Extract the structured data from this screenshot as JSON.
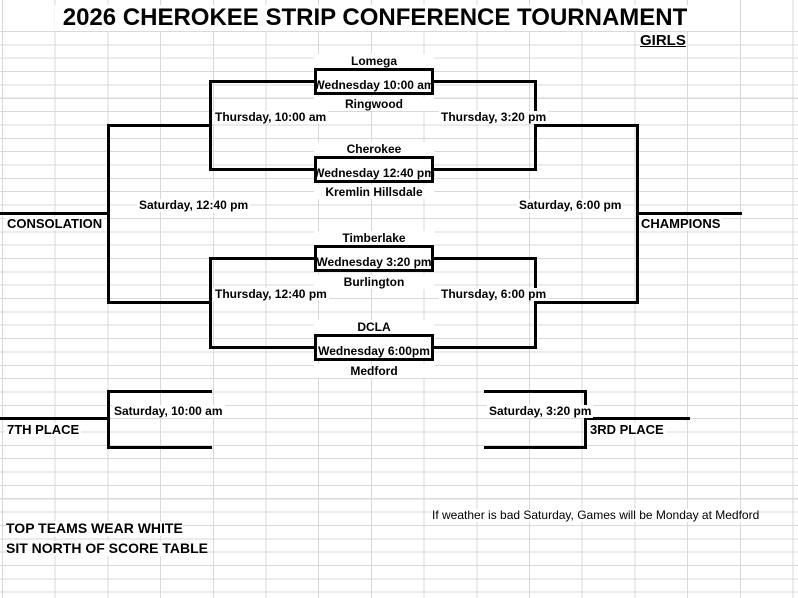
{
  "title": "2026 CHEROKEE STRIP CONFERENCE TOURNAMENT",
  "division": "GIRLS",
  "colors": {
    "line": "#000000",
    "grid": "#d9d9d9",
    "text": "#000000",
    "background": "#ffffff"
  },
  "bracket": {
    "round1": [
      {
        "top_team": "Lomega",
        "time": "Wednesday 10:00 am",
        "bottom_team": "Ringwood"
      },
      {
        "top_team": "Cherokee",
        "time": "Wednesday 12:40 pm",
        "bottom_team": "Kremlin Hillsdale"
      },
      {
        "top_team": "Timberlake",
        "time": "Wednesday 3:20 pm",
        "bottom_team": "Burlington"
      },
      {
        "top_team": "DCLA",
        "time": "Wednesday 6:00pm",
        "bottom_team": "Medford"
      }
    ],
    "consolation_semifinals": [
      "Thursday, 10:00 am",
      "Thursday, 12:40 pm"
    ],
    "championship_semifinals": [
      "Thursday, 3:20 pm",
      "Thursday, 6:00 pm"
    ],
    "consolation_final": {
      "time": "Saturday, 12:40 pm",
      "label": "CONSOLATION"
    },
    "championship_final": {
      "time": "Saturday, 6:00 pm",
      "label": "CHAMPIONS"
    },
    "seventh_place_game": {
      "time": "Saturday, 10:00 am",
      "label": "7TH PLACE"
    },
    "third_place_game": {
      "time": "Saturday, 3:20 pm",
      "label": "3RD PLACE"
    }
  },
  "notes": {
    "weather": "If weather is bad Saturday, Games will be Monday at Medford",
    "uniform": "TOP TEAMS WEAR WHITE",
    "seating": "SIT NORTH OF SCORE TABLE"
  }
}
